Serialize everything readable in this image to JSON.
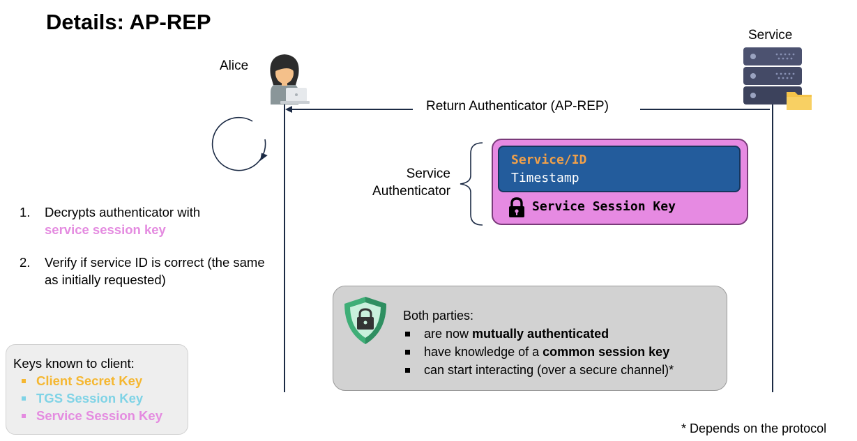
{
  "title": "Details: AP-REP",
  "actors": {
    "client": "Alice",
    "server": "Service"
  },
  "message": {
    "label": "Return Authenticator (AP-REP)"
  },
  "authenticator": {
    "label_line1": "Service",
    "label_line2": "Authenticator",
    "field1": "Service/ID",
    "field2": "Timestamp",
    "encryption_key": "Service Session Key"
  },
  "steps": [
    {
      "num": "1.",
      "text": "Decrypts authenticator with",
      "highlight": "service session key"
    },
    {
      "num": "2.",
      "text": "Verify if service ID is correct (the same as initially requested)"
    }
  ],
  "keys_box": {
    "heading": "Keys known to client:",
    "items": [
      {
        "label": "Client Secret Key",
        "color": "#f5b731"
      },
      {
        "label": "TGS Session Key",
        "color": "#7fd3e6"
      },
      {
        "label": "Service Session Key",
        "color": "#e48be0"
      }
    ]
  },
  "result": {
    "heading": "Both parties:",
    "bullets": [
      {
        "pre": "are now ",
        "bold": "mutually authenticated",
        "post": ""
      },
      {
        "pre": "have knowledge of a ",
        "bold": "common session key",
        "post": ""
      },
      {
        "pre": "can start interacting (over a secure channel)*",
        "bold": "",
        "post": ""
      }
    ]
  },
  "footnote": "* Depends on the protocol",
  "colors": {
    "accent_orange": "#f0a04a",
    "pink": "#e68ae2",
    "navy": "#235c9c",
    "line": "#1b2a44"
  },
  "icons": [
    "alice-avatar-icon",
    "server-stack-icon",
    "folder-icon",
    "refresh-cycle-icon",
    "padlock-icon",
    "shield-lock-icon"
  ]
}
